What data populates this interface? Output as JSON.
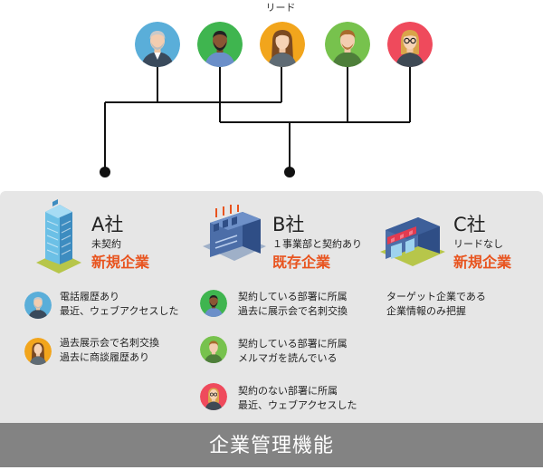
{
  "leads": {
    "label": "リード",
    "people": [
      {
        "icon": "gray-haired-man-avatar-icon",
        "bg": "#5aaed9"
      },
      {
        "icon": "bearded-man-avatar-icon",
        "bg": "#3fb54f"
      },
      {
        "icon": "woman-avatar-icon",
        "bg": "#f2a51c"
      },
      {
        "icon": "young-man-avatar-icon",
        "bg": "#77c24d"
      },
      {
        "icon": "glasses-woman-avatar-icon",
        "bg": "#ef4a5c"
      }
    ]
  },
  "companies": [
    {
      "name": "A社",
      "status": "未契約",
      "classification": "新規企業",
      "icon": "skyscraper-icon",
      "notes": [
        {
          "avatar": "gray-haired-man-avatar-icon",
          "lines": [
            "電話履歴あり",
            "最近、ウェブアクセスした"
          ]
        },
        {
          "avatar": "woman-avatar-icon",
          "lines": [
            "過去展示会で名刺交換",
            "過去に商談履歴あり"
          ]
        }
      ]
    },
    {
      "name": "B社",
      "status": "１事業部と契約あり",
      "classification": "既存企業",
      "icon": "factory-icon",
      "notes": [
        {
          "avatar": "bearded-man-avatar-icon",
          "lines": [
            "契約している部署に所属",
            "過去に展示会で名刺交換"
          ]
        },
        {
          "avatar": "young-man-avatar-icon",
          "lines": [
            "契約している部署に所属",
            "メルマガを読んでいる"
          ]
        },
        {
          "avatar": "glasses-woman-avatar-icon",
          "lines": [
            "契約のない部署に所属",
            "最近、ウェブアクセスした"
          ]
        }
      ]
    },
    {
      "name": "C社",
      "status": "リードなし",
      "classification": "新規企業",
      "icon": "store-icon",
      "notes": [
        {
          "avatar": "",
          "lines": [
            "ターゲット企業である",
            "企業情報のみ把握"
          ]
        }
      ]
    }
  ],
  "footer": {
    "title": "企業管理機能"
  },
  "colors": {
    "accent": "#e8541f",
    "panel": "#e6e6e6",
    "footer": "#838383",
    "line": "#111111"
  }
}
